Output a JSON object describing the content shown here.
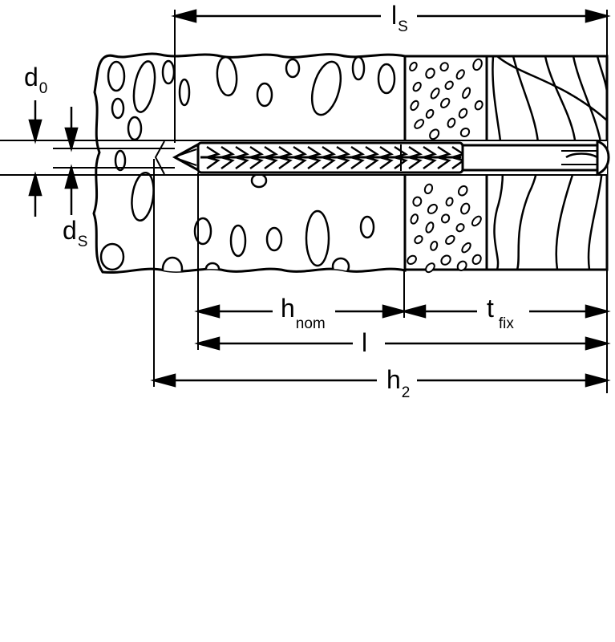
{
  "labels": {
    "ls": {
      "main": "l",
      "sub": "S"
    },
    "d0": {
      "main": "d",
      "sub": "0"
    },
    "ds": {
      "main": "d",
      "sub": "S"
    },
    "hnom": {
      "main": "h",
      "sub": "nom"
    },
    "tfix": {
      "main": "t",
      "sub": "fix"
    },
    "l": {
      "main": "l"
    },
    "h2": {
      "main": "h",
      "sub": "2"
    }
  },
  "colors": {
    "line": "#000000",
    "background": "#ffffff"
  }
}
